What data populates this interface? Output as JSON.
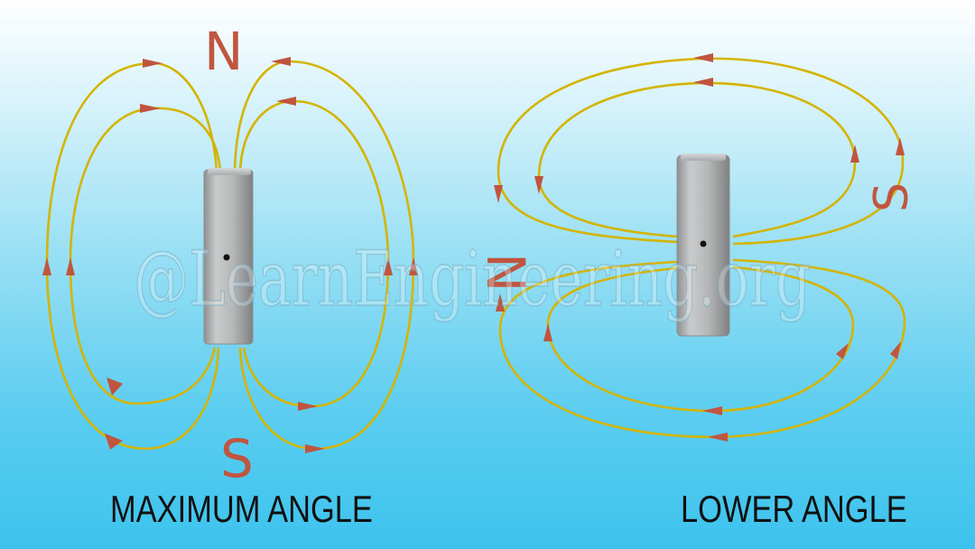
{
  "diagram": {
    "watermark": "@LearnEngineering.org",
    "left_panel": {
      "caption": "MAXIMUM ANGLE",
      "north_label": "N",
      "south_label": "S"
    },
    "right_panel": {
      "caption": "LOWER ANGLE",
      "north_label": "N",
      "south_label": "S"
    },
    "colors": {
      "field_line": "#d4b400",
      "arrow": "#c0553f",
      "magnet": "#b5b7b8",
      "pole_label": "#c0553f"
    }
  }
}
